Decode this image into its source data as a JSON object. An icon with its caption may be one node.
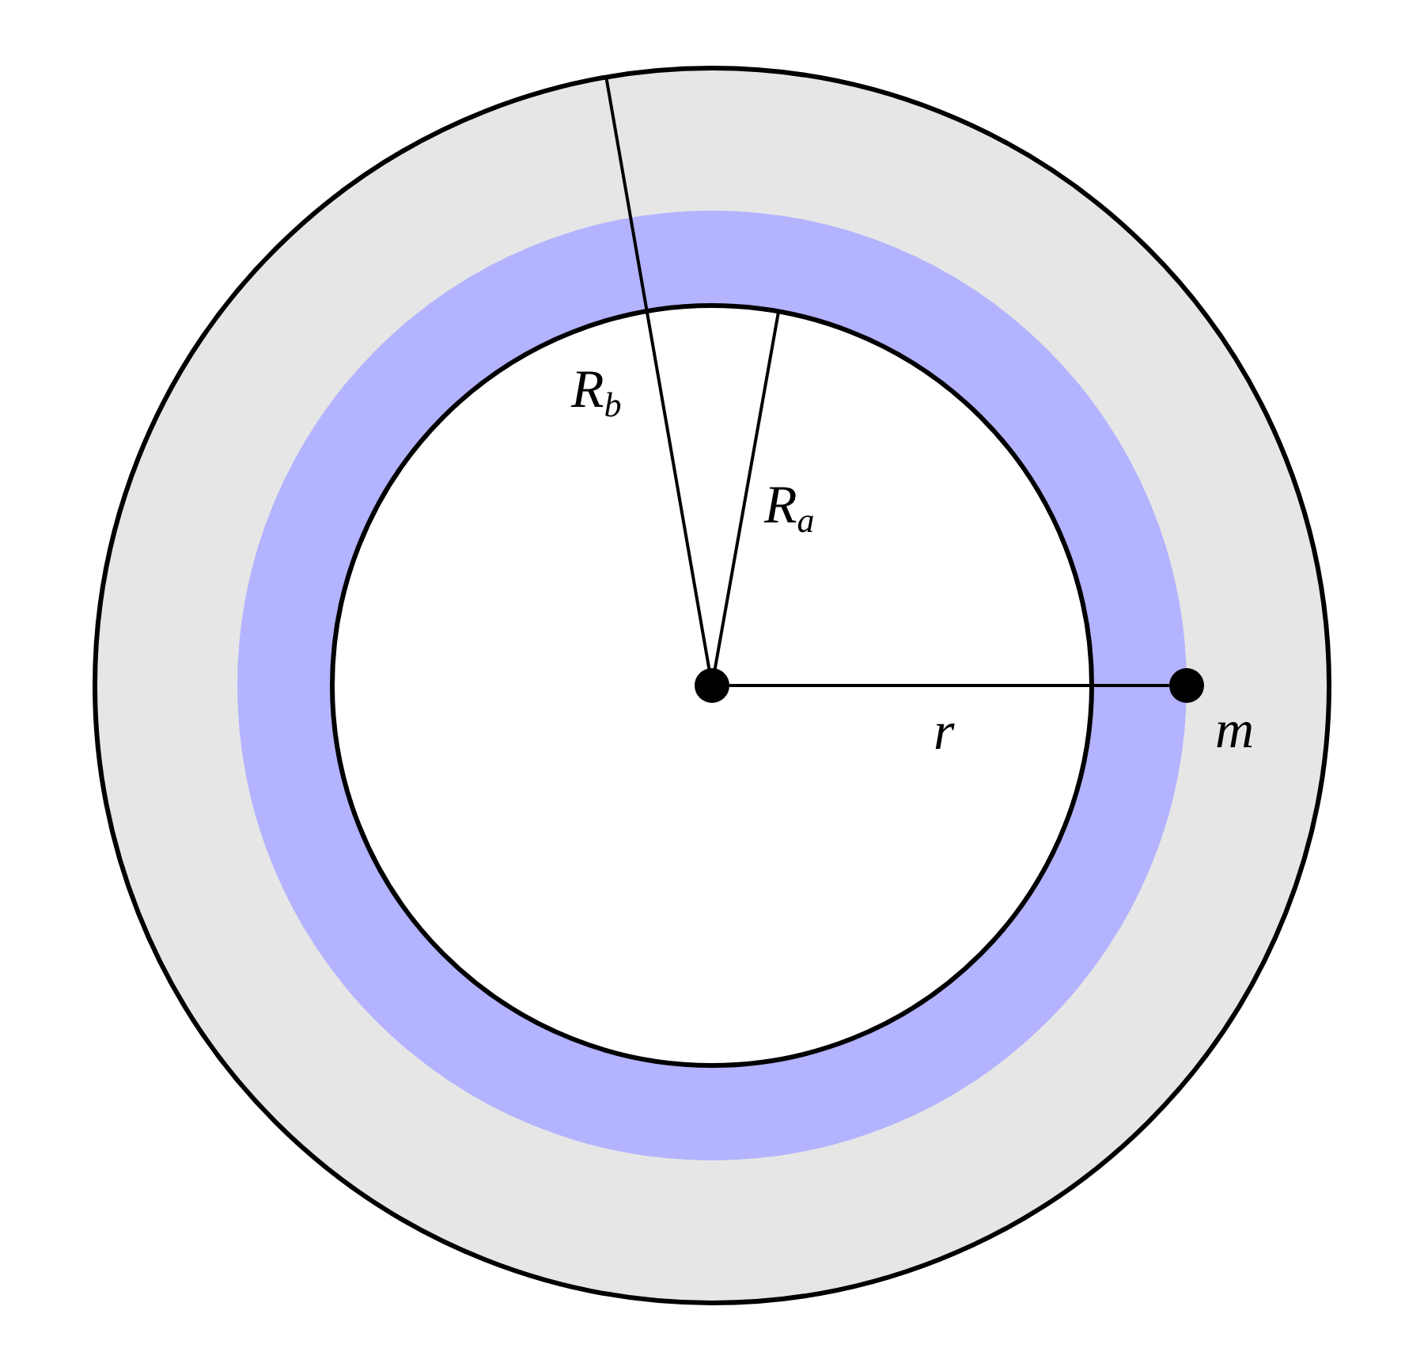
{
  "diagram": {
    "nodes": [
      {
        "text": [],
        "shape": "circle"
      },
      {
        "text": [],
        "shape": "circle",
        "beside": [
          "m"
        ]
      }
    ],
    "edges": [
      {
        "from": 0,
        "to": 1,
        "arrow": "none",
        "label": "r"
      }
    ],
    "labels": [
      "R$_{b}$",
      "R$_{a}$"
    ]
  }
}
